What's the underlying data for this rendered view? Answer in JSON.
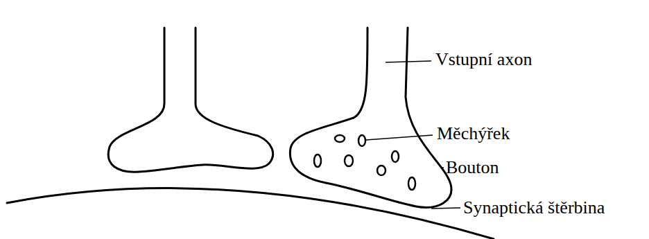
{
  "diagram": {
    "labels": [
      "Vstupní axon",
      "Měchýřek",
      "Bouton",
      "Synaptická štěrbina"
    ]
  }
}
